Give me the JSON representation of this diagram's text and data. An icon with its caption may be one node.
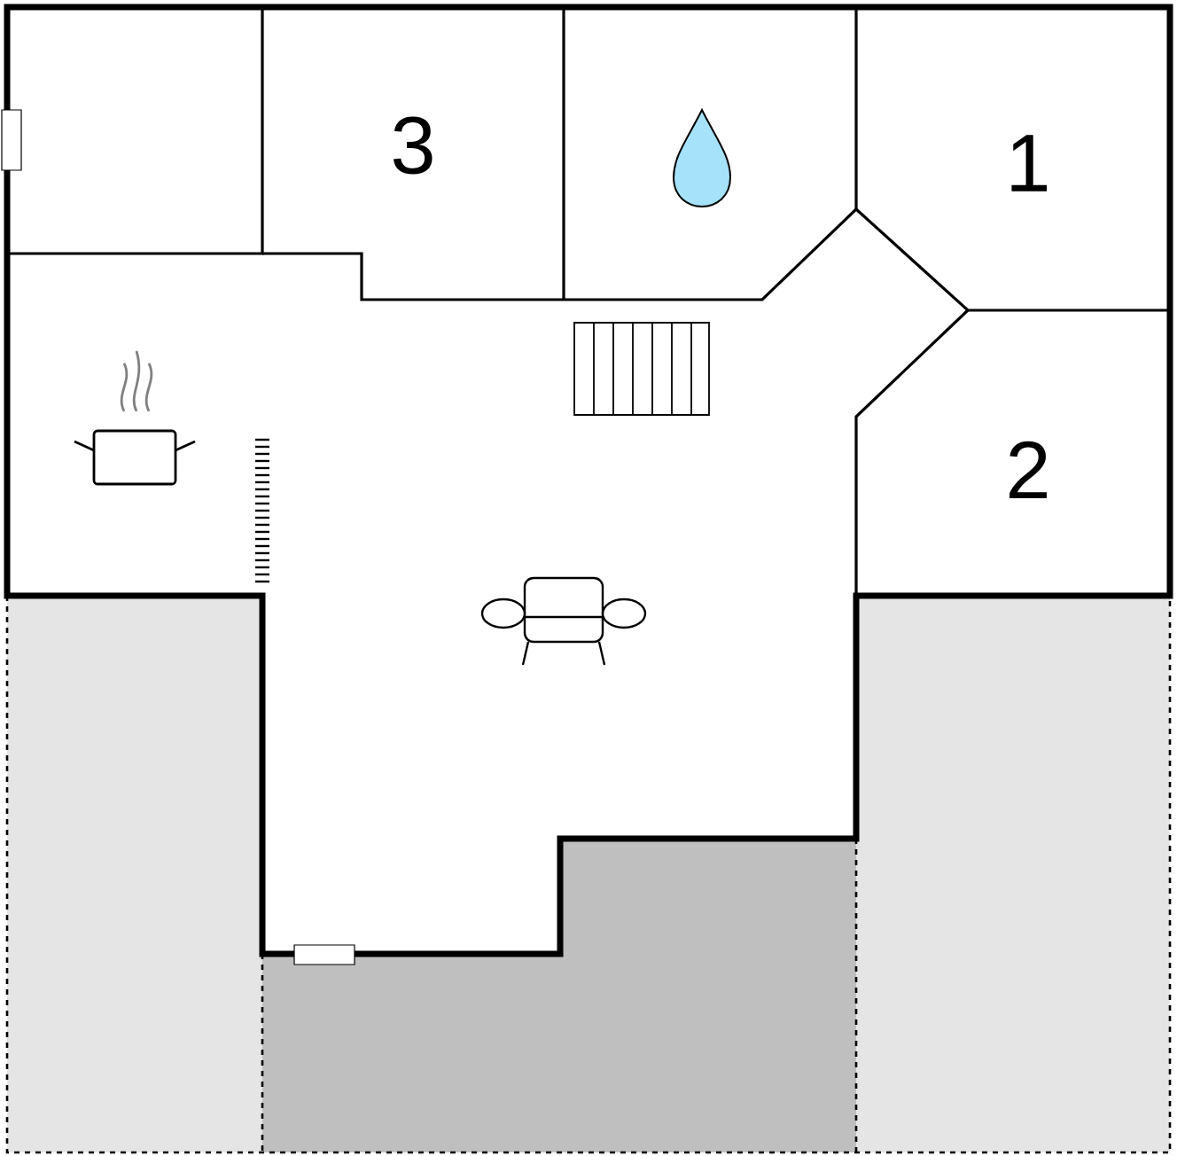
{
  "diagram": {
    "labels": [
      "3",
      "1",
      "2"
    ]
  }
}
